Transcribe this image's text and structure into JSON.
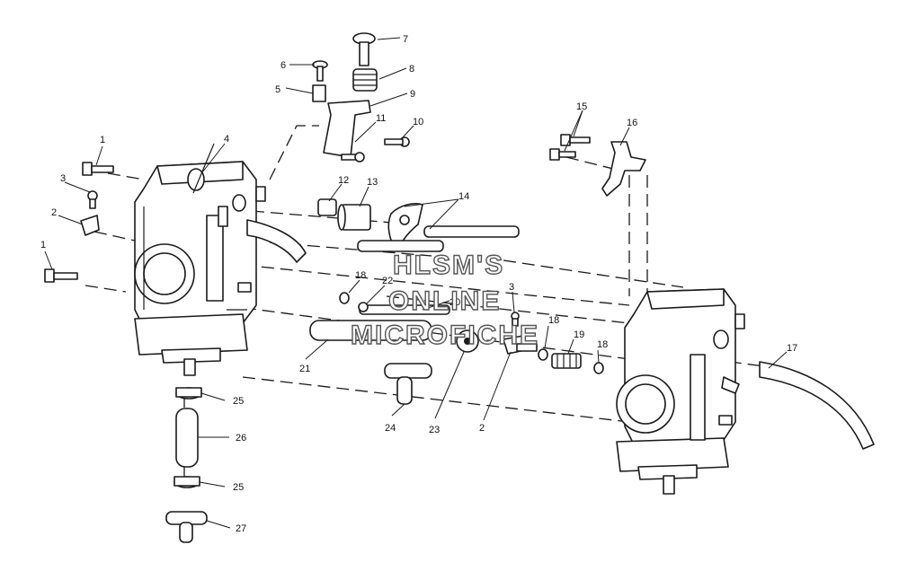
{
  "watermark": {
    "line1": "HLSM'S",
    "line2": "ONLINE",
    "line3": "MICROFICHE"
  },
  "callouts": [
    "1",
    "1",
    "2",
    "2",
    "3",
    "3",
    "4",
    "5",
    "6",
    "7",
    "8",
    "9",
    "10",
    "11",
    "12",
    "13",
    "14",
    "15",
    "16",
    "17",
    "18",
    "18",
    "18",
    "19",
    "20",
    "21",
    "22",
    "23",
    "24",
    "25",
    "25",
    "26",
    "27"
  ],
  "colors": {
    "line": "#1a1a1a",
    "background": "#ffffff",
    "watermark_stroke": "#555555"
  }
}
